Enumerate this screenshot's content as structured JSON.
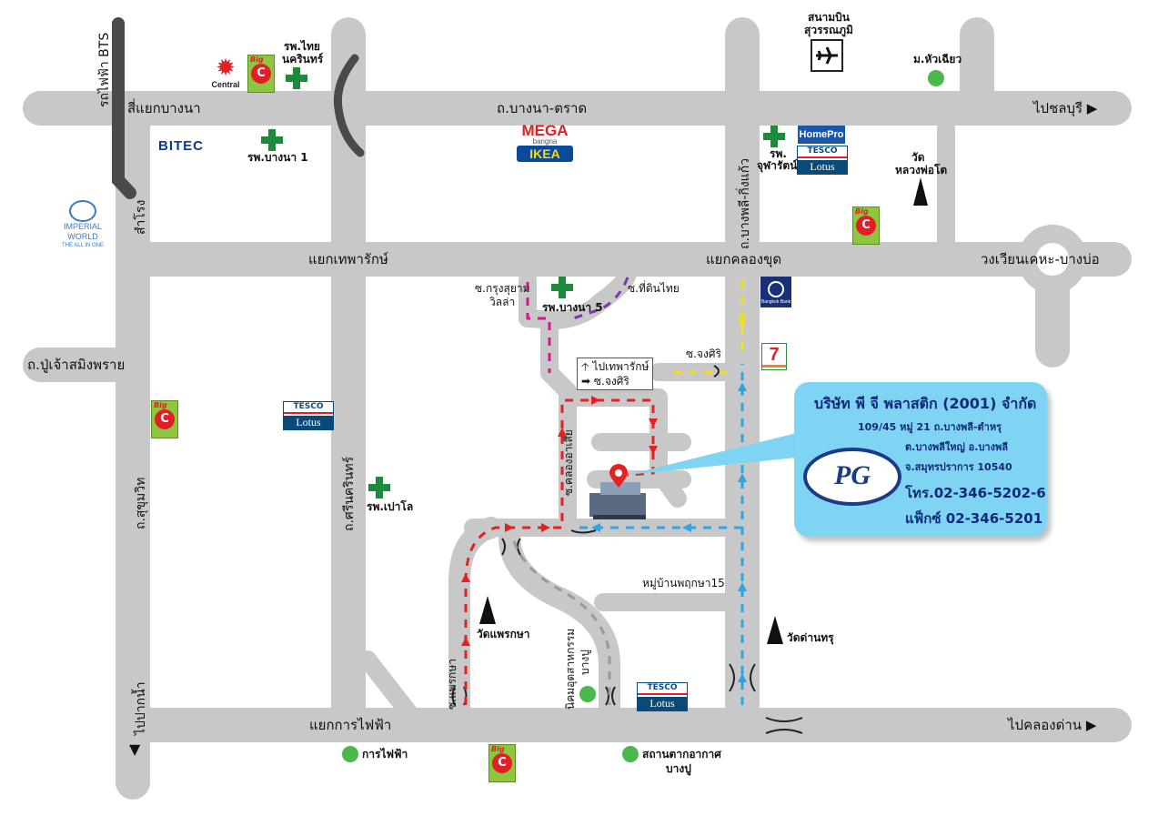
{
  "roads": {
    "bts": "รถไฟฟ้า BTS",
    "samyaek_bangna": "สี่แยกบางนา",
    "bangna_trat": "ถ.บางนา-ตราด",
    "to_chonburi": "ไปชลบุรี",
    "lamrong": "สำโรง",
    "yaek_thepharak": "แยกเทพารักษ์",
    "yaek_khlong_chut": "แยกคลองขุด",
    "wongwian": "วงเวียนเคหะ-บางบ่อ",
    "pu_chao": "ถ.ปู่เจ้าสมิงพราย",
    "sukhumvit": "ถ.สุขุมวิท",
    "srinakarin": "ถ.ศรีนครินทร์",
    "bangphli_kingkaeo": "ถ.บางพลี-กิ่งแก้ว",
    "to_paknam": "ไปปากน้ำ",
    "yaek_kanfaifa": "แยกการไฟฟ้า",
    "to_khlong_dan": "ไปคลองด่าน",
    "soi_krungsuyam": "ซ.กรุงสุยาม",
    "villa": "วิลล่า",
    "soi_thidinthai": "ซ.ที่ดินไทย",
    "soi_jongsiri": "ซ.จงศิริ",
    "soi_khlong_jak": "ซ.คลองอาเสีย",
    "mooban_phruksa": "หมู่บ้านพฤกษา15",
    "soi_side": "ซ.แพรกษา",
    "nikhom": "นิคมอุตสาหกรรม",
    "bangpu": "บางปู"
  },
  "places": {
    "airport": "สนามบิน",
    "airport2": "สุวรรณภูมิ",
    "hua_chiew": "ม.หัวเฉียว",
    "thai_nakarin": "รพ.ไทย",
    "thai_nakarin2": "นครินทร์",
    "bangna1": "รพ.บางนา 1",
    "bangna5": "รพ.บางนา 5",
    "jularat": "รพ.",
    "jularat2": "จุฬารัตน์1",
    "wat_luang": "วัด",
    "wat_luang2": "หลวงพ่อโต",
    "wat_phraeksa": "วัดแพรกษา",
    "wat_dantru": "วัดด่านทรุ",
    "bangplee_hosp": "รพ.เปาโล",
    "kanfaifa": "การไฟฟ้า",
    "station": "สถานตากอากาศ",
    "station2": "บางปู"
  },
  "logos": {
    "central": "Central",
    "big": "Big",
    "bitec": "BITEC",
    "mega": "MEGA",
    "bangna_sub": "bangna",
    "ikea": "IKEA",
    "homepro": "HomePro",
    "tesco": "TESCO",
    "lotus": "Lotus",
    "imperial": "IMPERIAL WORLD",
    "imperial_sub": "THE ALL IN ONE",
    "bangkok_bank": "Bangkok Bank",
    "seven": "7"
  },
  "sign": {
    "line1": "ไปเทพารักษ์",
    "line2": "ซ.จงศิริ"
  },
  "company": {
    "name": "บริษัท พี จี พลาสติก (2001) จำกัด",
    "addr1": "109/45 หมู่ 21 ถ.บางพลี-ตำหรุ",
    "addr2": "ต.บางพลีใหญ่ อ.บางพลี",
    "addr3": "จ.สมุทรปราการ 10540",
    "tel": "โทร.02-346-5202-6",
    "fax": "แฟ็กซ์ 02-346-5201",
    "logo": "PG"
  },
  "colors": {
    "road": "#c8c8c8",
    "bts": "#4a4a4a",
    "route_red": "#e52222",
    "route_blue": "#2aa7e8",
    "route_yellow": "#f0e01a",
    "route_purple": "#7a3aa8",
    "route_magenta": "#d8158c",
    "hospital": "#1e8a3c",
    "info_bg": "#7fd3f3"
  }
}
